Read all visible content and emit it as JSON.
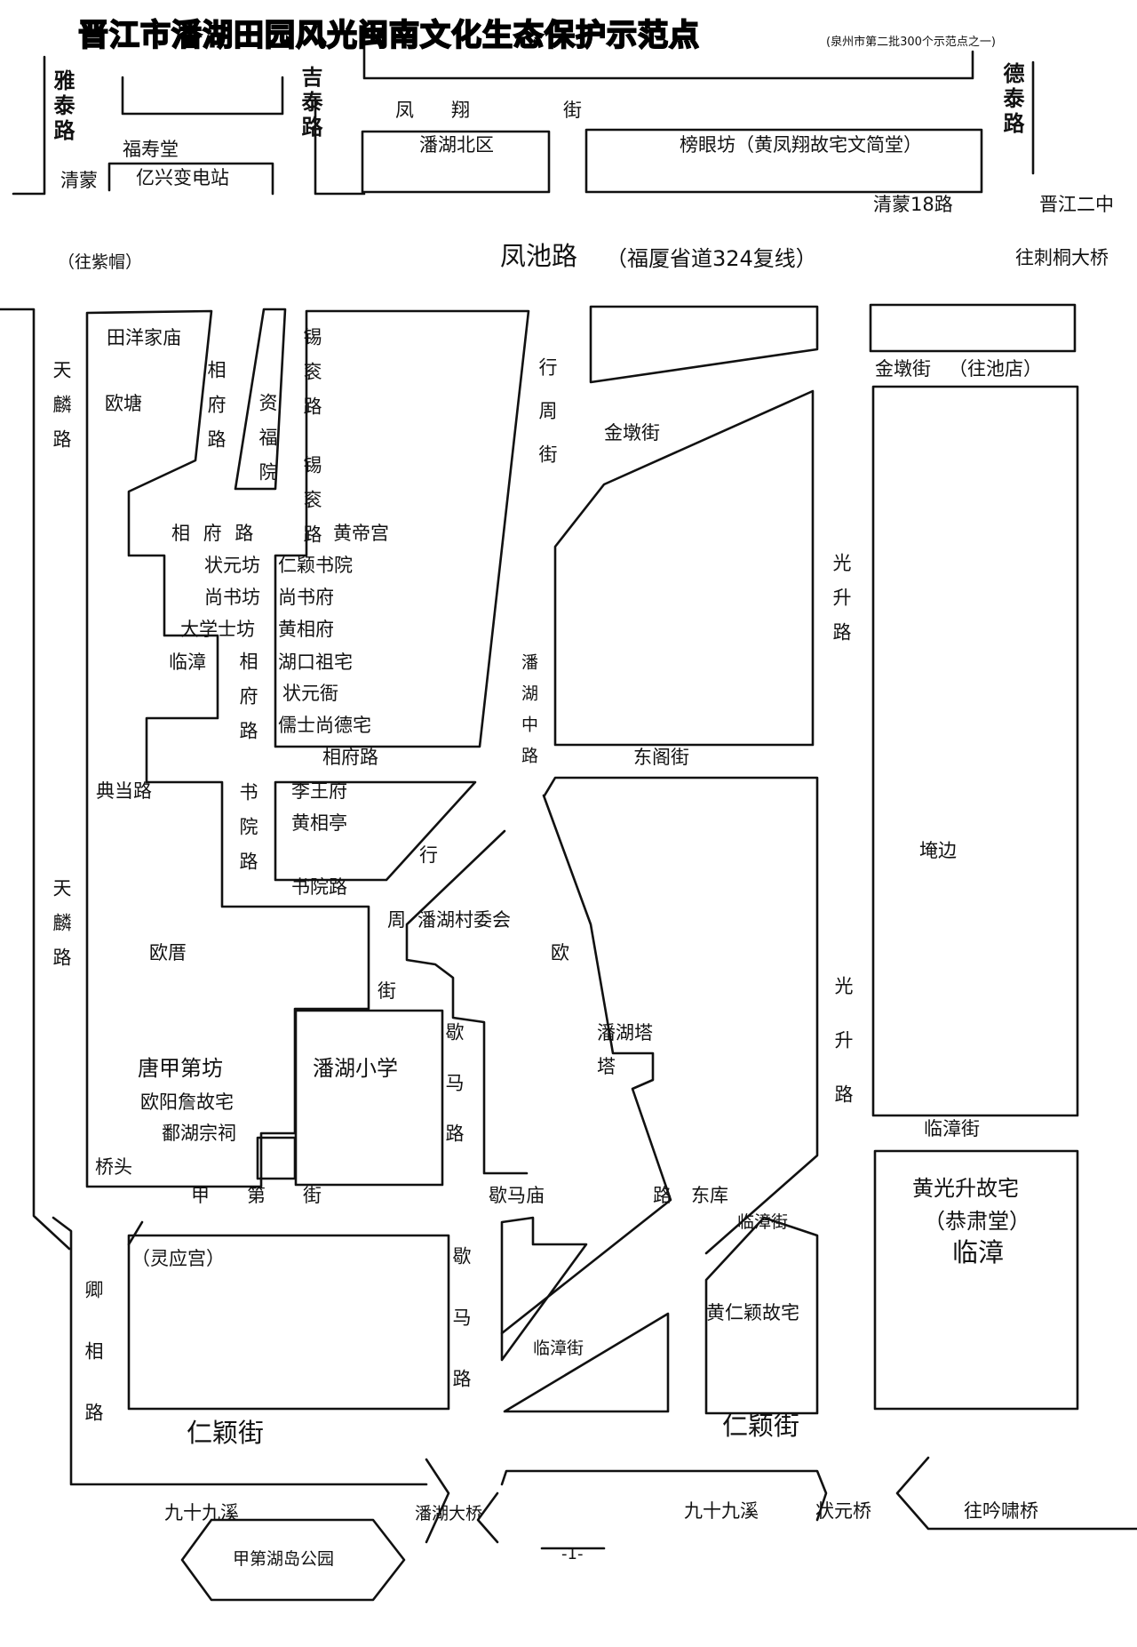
{
  "title": "晋江市潘湖田园风光闽南文化生态保护示范点",
  "subtitle": "(泉州市第二批300个示范点之一)",
  "page_number": "-1-",
  "labels": {
    "yatai_road": "雅泰路",
    "fushoutang": "福寿堂",
    "qingmeng": "清蒙",
    "yixing_substation": "亿兴变电站",
    "jitai_road": "吉泰路",
    "fengxiang_street": "凤　　翔　　　　　街",
    "panhu_north": "潘湖北区",
    "bangyanfang": "榜眼坊（黄凤翔故宅文简堂）",
    "detai_road": "德泰路",
    "qingmeng_18": "清蒙18路",
    "jinjiang_no2": "晋江二中",
    "to_ziman": "（往紫帽）",
    "fengchi_road": "凤池路",
    "fengchi_road_sub": "（福厦省道324复线）",
    "to_citong_bridge": "往刺桐大桥",
    "tianyang_temple": "田洋家庙",
    "tianlin_road_1": "天麟路",
    "outang": "欧塘",
    "xiangfu_road_v1": "相府路",
    "zifu_yuan": "资福院",
    "xigun_road_1": "锡衮路",
    "xigun_road_2": "锡衮路",
    "xingzhou_street_1": "行周街",
    "jindun_street_1": "金墩街",
    "jindun_street_2": "金墩街",
    "to_chidian": "（往池店）",
    "xiangfu_road_h": "相 府 路",
    "huangdi_palace": "黄帝宫",
    "zhuangyuan_fang": "状元坊",
    "renying_academy": "仁颖书院",
    "shangshu_fang": "尚书坊",
    "shangshu_fu": "尚书府",
    "daxueshi_fang": "大学士坊",
    "huang_xiangfu": "黄相府",
    "linzhang_1": "临漳",
    "xiangfu_road_v2": "相府路",
    "hukou_ancestral": "湖口祖宅",
    "zhuangyuan_heng": "状元衙",
    "rushi_shangde": "儒士尚德宅",
    "xiangfu_road_h2": "相府路",
    "panhu_middle_road": "潘湖中路",
    "guangsheng_road_1": "光升路",
    "dongge_street": "东阁街",
    "diandang_road": "典当路",
    "shuyuan_road_v": "书院路",
    "li_wangfu": "李王府",
    "huang_xiangting": "黄相亭",
    "xingzhou_street_2a": "行",
    "xingzhou_street_2b": "周",
    "xingzhou_street_2c": "街",
    "shuyuan_road_h": "书院路",
    "panhu_village": "潘湖村委会",
    "tianlin_road_2": "天麟路",
    "ouzhu": "欧厝",
    "yanbian": "埯边",
    "ou_road_a": "欧",
    "ou_road_b": "路",
    "tangjiadi_fang": "唐甲第坊",
    "panhu_primary": "潘湖小学",
    "ouyang_zhan": "欧阳詹故宅",
    "panhu_clan_hall": "鄱湖宗祠",
    "qiaotou": "桥头",
    "gema_road_1": "歇马路",
    "panhu_pagoda": "潘湖塔",
    "pagoda_ta": "塔",
    "guangsheng_road_2": "光升路",
    "linzhang_street_1": "临漳街",
    "jiadi_street": "甲　　第　　街",
    "gema_temple": "歇马庙",
    "donku": "东库",
    "huang_guangsheng": "黄光升故宅",
    "gongsu_tang": "（恭肃堂）",
    "linzhang_2": "临漳",
    "linzhang_street_2": "临漳街",
    "lingying_palace": "（灵应宫）",
    "qingxiang_road": "卿相路",
    "gema_road_2": "歇马路",
    "huang_renying": "黄仁颖故宅",
    "linzhang_street_3": "临漳街",
    "renying_street_1": "仁颖街",
    "renying_street_2": "仁颖街",
    "jiushijiu_xi_1": "九十九溪",
    "panhu_bridge": "潘湖大桥",
    "jiushijiu_xi_2": "九十九溪",
    "zhuangyuan_bridge": "状元桥",
    "to_yinxiao_bridge": "往吟啸桥",
    "jiadi_island_park": "甲第湖岛公园"
  }
}
